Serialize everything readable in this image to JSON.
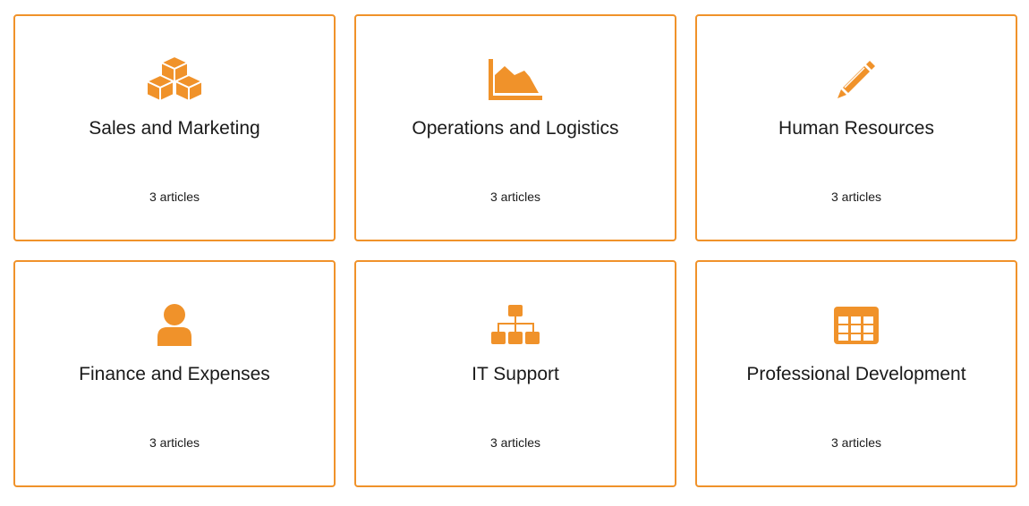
{
  "colors": {
    "accent": "#F0922A",
    "text": "#1a1a1a",
    "background": "#ffffff"
  },
  "categories": [
    {
      "title": "Sales and Marketing",
      "count": "3 articles",
      "icon": "cubes-icon"
    },
    {
      "title": "Operations and Logistics",
      "count": "3 articles",
      "icon": "area-chart-icon"
    },
    {
      "title": "Human Resources",
      "count": "3 articles",
      "icon": "pencil-icon"
    },
    {
      "title": "Finance and Expenses",
      "count": "3 articles",
      "icon": "user-icon"
    },
    {
      "title": "IT Support",
      "count": "3 articles",
      "icon": "sitemap-icon"
    },
    {
      "title": "Professional Development",
      "count": "3 articles",
      "icon": "table-icon"
    }
  ]
}
